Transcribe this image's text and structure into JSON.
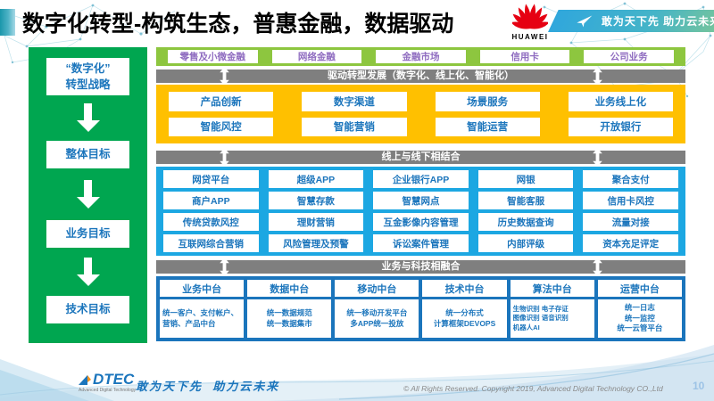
{
  "header": {
    "title": "数字化转型-构筑生态，普惠金融，数据驱动",
    "huawei": "HUAWEI",
    "ribbon": "敢为天下先 助力云未来"
  },
  "sidebar": {
    "steps": [
      "“数字化”\n转型战略",
      "整体目标",
      "业务目标",
      "技术目标"
    ]
  },
  "main": {
    "green_row": [
      "零售及小微金融",
      "网络金融",
      "金融市场",
      "信用卡",
      "公司业务"
    ],
    "banner1": "驱动转型发展（数字化、线上化、智能化）",
    "orange_row1": [
      "产品创新",
      "数字渠道",
      "场景服务",
      "业务线上化"
    ],
    "orange_row2": [
      "智能风控",
      "智能营销",
      "智能运营",
      "开放银行"
    ],
    "banner2": "线上与线下相结合",
    "blue_rows": [
      [
        "网贷平台",
        "超级APP",
        "企业银行APP",
        "网银",
        "聚合支付"
      ],
      [
        "商户APP",
        "智慧存款",
        "智慧网点",
        "智能客服",
        "信用卡风控"
      ],
      [
        "传统贷款风控",
        "理财营销",
        "互金影像内容管理",
        "历史数据查询",
        "流量对接"
      ],
      [
        "互联网综合营销",
        "风险管理及预警",
        "诉讼案件管理",
        "内部评级",
        "资本充足评定"
      ]
    ],
    "banner3": "业务与科技相融合",
    "platforms": [
      {
        "title": "业务中台",
        "detail": "统一客户、支付帐户、营销、产品中台"
      },
      {
        "title": "数据中台",
        "detail": "统一数据规范\n统一数据集市"
      },
      {
        "title": "移动中台",
        "detail": "统一移动开发平台\n多APP统一投放"
      },
      {
        "title": "技术中台",
        "detail": "统一分布式\n计算框架DEVOPS"
      },
      {
        "title": "算法中台",
        "detail": "生物识别 电子存证\n图像识别 语音识别\n机器人AI"
      },
      {
        "title": "运营中台",
        "detail": "统一日志\n统一监控\n统一云管平台"
      }
    ]
  },
  "footer": {
    "logo_text": "DTEC",
    "logo_sub": "Advanced Digital Technology",
    "slogan": "敢为天下先  助力云未来",
    "copyright": "© All Rights Reserved. Copyright 2019, Advanced Digital Technology CO.,Ltd",
    "page": "10"
  },
  "colors": {
    "sidebar_green": "#00a650",
    "light_green": "#8dc63f",
    "gray_banner": "#7f7f7f",
    "orange": "#ffc000",
    "sky_blue": "#1ca7e2",
    "dark_blue": "#1b75bc",
    "purple_text": "#8f6cc0",
    "huawei_red": "#e60012"
  }
}
